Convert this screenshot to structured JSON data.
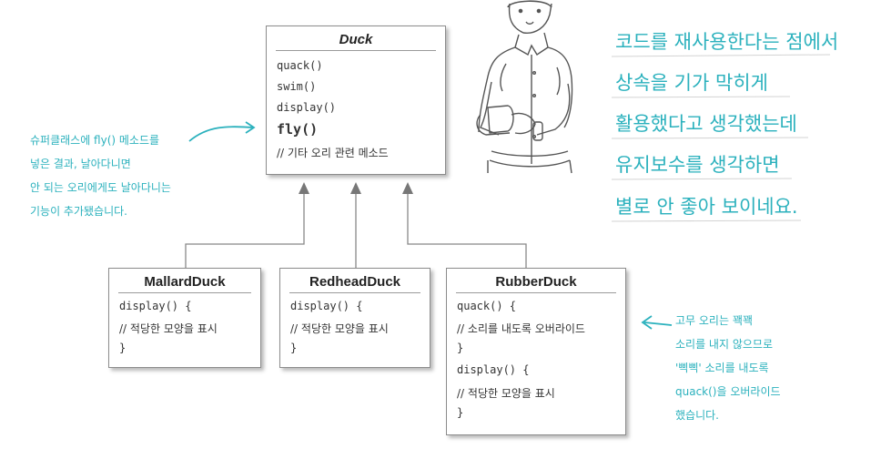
{
  "duck": {
    "title": "Duck",
    "lines": [
      "quack()",
      "swim()",
      "display()",
      "fly()",
      "// 기타 오리 관련 메소드"
    ]
  },
  "mallard": {
    "title": "MallardDuck",
    "lines": [
      "display() {",
      "// 적당한 모양을 표시",
      "}"
    ]
  },
  "redhead": {
    "title": "RedheadDuck",
    "lines": [
      "display() {",
      "// 적당한 모양을 표시",
      "}"
    ]
  },
  "rubber": {
    "title": "RubberDuck",
    "lines": [
      "quack() {",
      "// 소리를 내도록 오버라이드",
      "}",
      "display() {",
      "// 적당한 모양을 표시",
      "}"
    ]
  },
  "left_note": [
    "슈퍼클래스에 fly() 메소드를",
    "넣은 결과, 날아다니면",
    "안 되는 오리에게도 날아다니는",
    "기능이 추가됐습니다."
  ],
  "right_note": [
    "고무 오리는 꽥꽥",
    "소리를 내지 않으므로",
    "'삑삑' 소리를 내도록",
    "quack()을 오버라이드",
    "했습니다."
  ],
  "speech": [
    "코드를 재사용한다는 점에서",
    "상속을 기가 막히게",
    "활용했다고 생각했는데",
    "유지보수를 생각하면",
    "별로 안 좋아 보이네요."
  ],
  "colors": {
    "accent": "#2bb1bd",
    "box_border": "#8c8c8c",
    "arrow": "#777777"
  }
}
